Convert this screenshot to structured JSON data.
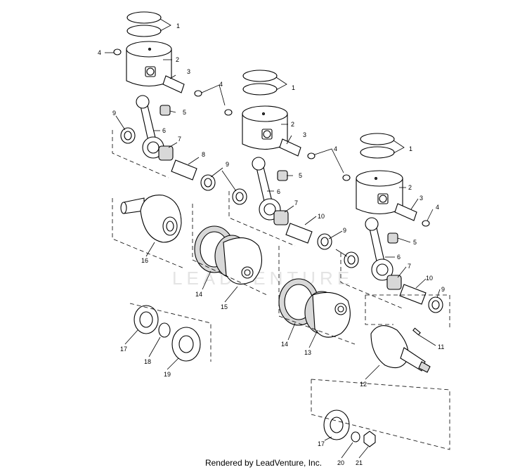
{
  "footer": {
    "text": "Rendered by LeadVenture, Inc."
  },
  "watermark": {
    "text": "LEADVENTURE"
  },
  "callouts": [
    {
      "id": "c1a",
      "text": "1"
    },
    {
      "id": "c2a",
      "text": "2"
    },
    {
      "id": "c3a",
      "text": "3"
    },
    {
      "id": "c4a",
      "text": "4"
    },
    {
      "id": "c4b",
      "text": "4"
    },
    {
      "id": "c5a",
      "text": "5"
    },
    {
      "id": "c6a",
      "text": "6"
    },
    {
      "id": "c7a",
      "text": "7"
    },
    {
      "id": "c8a",
      "text": "8"
    },
    {
      "id": "c9a",
      "text": "9"
    },
    {
      "id": "c9b",
      "text": "9"
    },
    {
      "id": "c1b",
      "text": "1"
    },
    {
      "id": "c2b",
      "text": "2"
    },
    {
      "id": "c3b",
      "text": "3"
    },
    {
      "id": "c4c",
      "text": "4"
    },
    {
      "id": "c5b",
      "text": "5"
    },
    {
      "id": "c6b",
      "text": "6"
    },
    {
      "id": "c7b",
      "text": "7"
    },
    {
      "id": "c10a",
      "text": "10"
    },
    {
      "id": "c9c",
      "text": "9"
    },
    {
      "id": "c1c",
      "text": "1"
    },
    {
      "id": "c2c",
      "text": "2"
    },
    {
      "id": "c3c",
      "text": "3"
    },
    {
      "id": "c4d",
      "text": "4"
    },
    {
      "id": "c5c",
      "text": "5"
    },
    {
      "id": "c6c",
      "text": "6"
    },
    {
      "id": "c7c",
      "text": "7"
    },
    {
      "id": "c10b",
      "text": "10"
    },
    {
      "id": "c9d",
      "text": "9"
    },
    {
      "id": "c11",
      "text": "11"
    },
    {
      "id": "c12",
      "text": "12"
    },
    {
      "id": "c13",
      "text": "13"
    },
    {
      "id": "c14a",
      "text": "14"
    },
    {
      "id": "c14b",
      "text": "14"
    },
    {
      "id": "c15",
      "text": "15"
    },
    {
      "id": "c16",
      "text": "16"
    },
    {
      "id": "c17a",
      "text": "17"
    },
    {
      "id": "c17b",
      "text": "17"
    },
    {
      "id": "c18",
      "text": "18"
    },
    {
      "id": "c19",
      "text": "19"
    },
    {
      "id": "c20",
      "text": "20"
    },
    {
      "id": "c21",
      "text": "21"
    }
  ]
}
